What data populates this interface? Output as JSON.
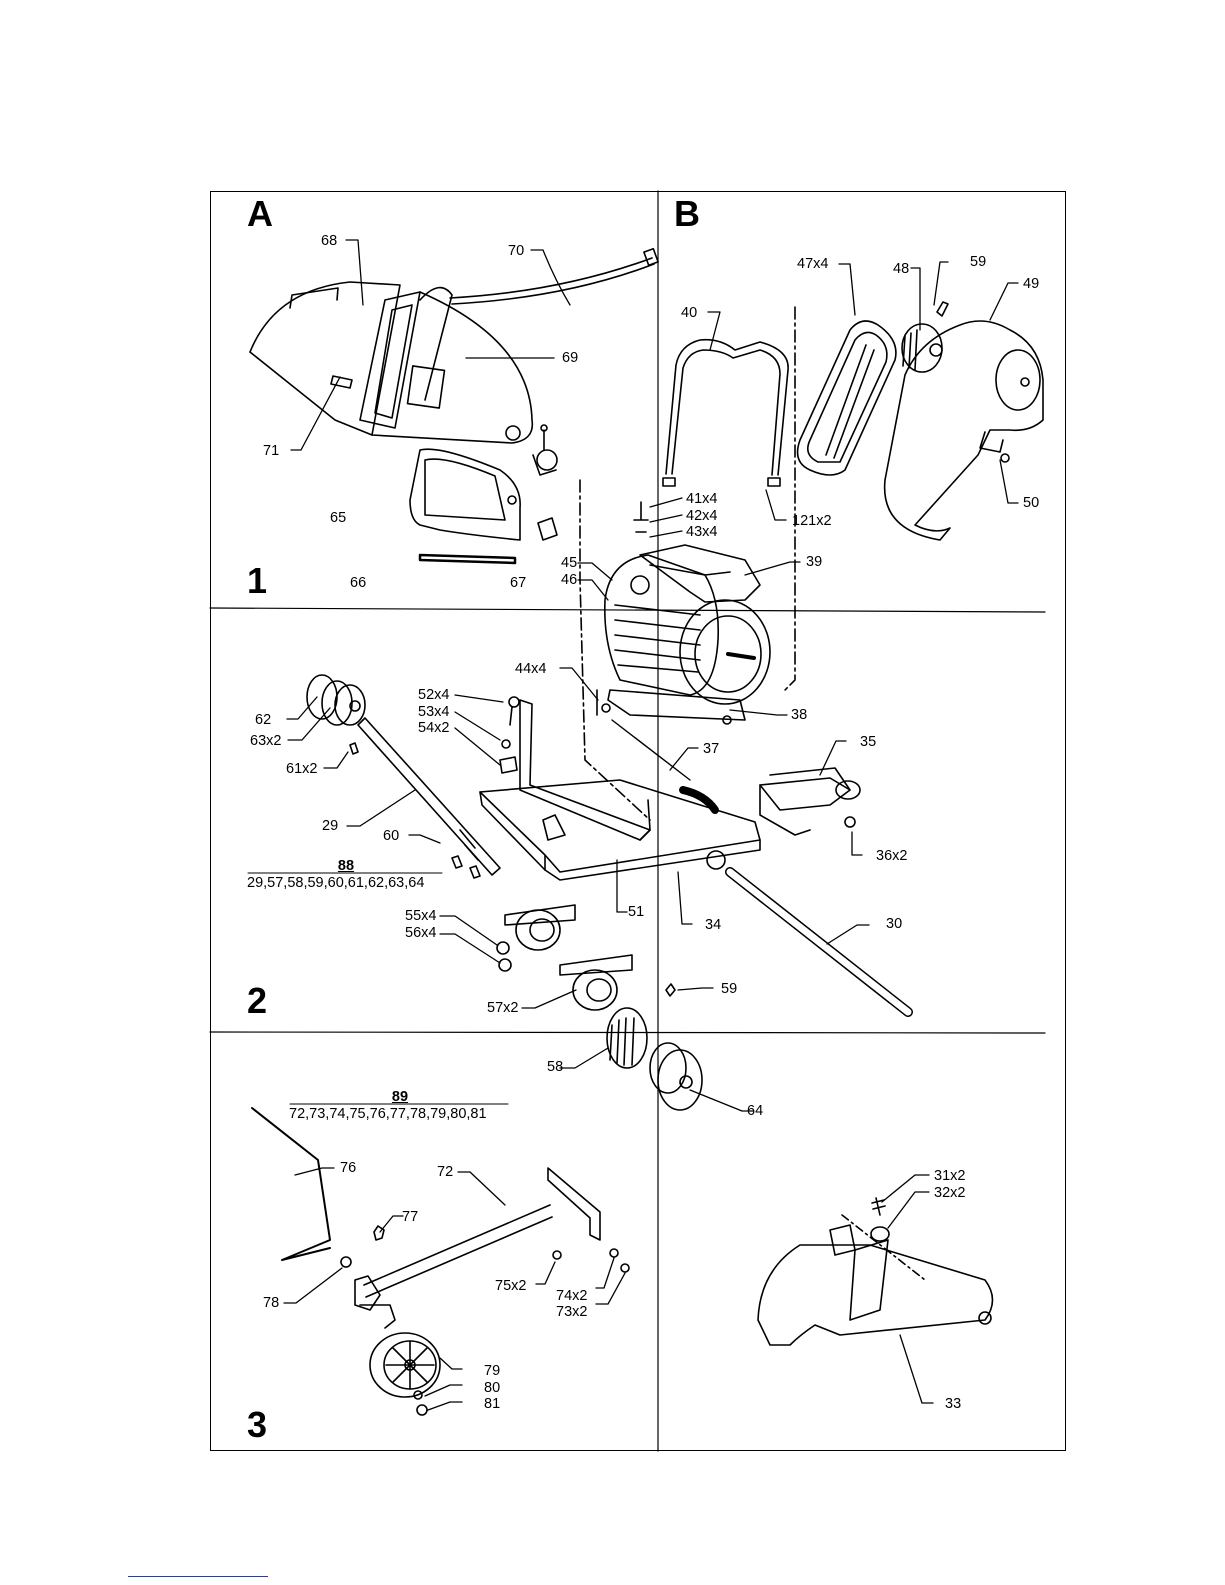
{
  "sections": {
    "a": "A",
    "b": "B",
    "s1": "1",
    "s2": "2",
    "s3": "3"
  },
  "labels": {
    "p68": "68",
    "p70": "70",
    "p69": "69",
    "p71": "71",
    "p65": "65",
    "p66": "66",
    "p67": "67",
    "p40": "40",
    "p47x4": "47x4",
    "p48": "48",
    "p59a": "59",
    "p49": "49",
    "p50": "50",
    "p41x4": "41x4",
    "p42x4": "42x4",
    "p43x4": "43x4",
    "p121x2": "121x2",
    "p45": "45",
    "p46": "46",
    "p39": "39",
    "p38": "38",
    "p44x4": "44x4",
    "p62": "62",
    "p63x2": "63x2",
    "p61x2": "61x2",
    "p29": "29",
    "p60": "60",
    "p52x4": "52x4",
    "p53x4": "53x4",
    "p54x2": "54x2",
    "p37": "37",
    "p35": "35",
    "p36x2": "36x2",
    "p51": "51",
    "p34": "34",
    "p30": "30",
    "p55x4": "55x4",
    "p56x4": "56x4",
    "p57x2": "57x2",
    "p59b": "59",
    "p58": "58",
    "p64": "64",
    "p76": "76",
    "p72": "72",
    "p77": "77",
    "p78": "78",
    "p75x2": "75x2",
    "p74x2": "74x2",
    "p73x2": "73x2",
    "p79": "79",
    "p80": "80",
    "p81": "81",
    "p31x2": "31x2",
    "p32x2": "32x2",
    "p33": "33"
  },
  "groups": {
    "g88": {
      "title": "88",
      "items": "29,57,58,59,60,61,62,63,64"
    },
    "g89": {
      "title": "89",
      "items": "72,73,74,75,76,77,78,79,80,81"
    }
  }
}
